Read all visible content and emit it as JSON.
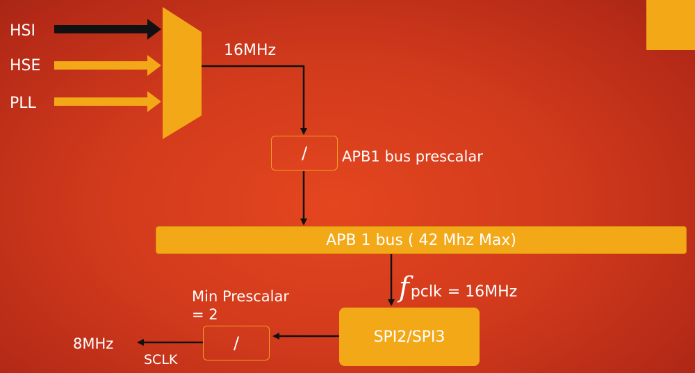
{
  "sources": [
    {
      "label": "HSI",
      "active": true
    },
    {
      "label": "HSE",
      "active": false
    },
    {
      "label": "PLL",
      "active": false
    }
  ],
  "mux_output_freq": "16MHz",
  "apb1_prescaler": {
    "symbol": "/",
    "label": "APB1 bus prescalar"
  },
  "apb1_bus": {
    "label": "APB 1 bus ( 42 Mhz Max)"
  },
  "pclk": {
    "f": "f",
    "sub": "pclk",
    "value": "= 16MHz"
  },
  "spi": {
    "label": "SPI2/SPI3"
  },
  "min_prescaler": {
    "line1": "Min Prescalar",
    "line2": "= 2"
  },
  "spi_prescaler": {
    "symbol": "/"
  },
  "sclk": {
    "freq": "8MHz",
    "label": "SCLK"
  },
  "colors": {
    "accent": "#f3a818",
    "active_arrow": "#000000",
    "background": "#d13a1c"
  }
}
